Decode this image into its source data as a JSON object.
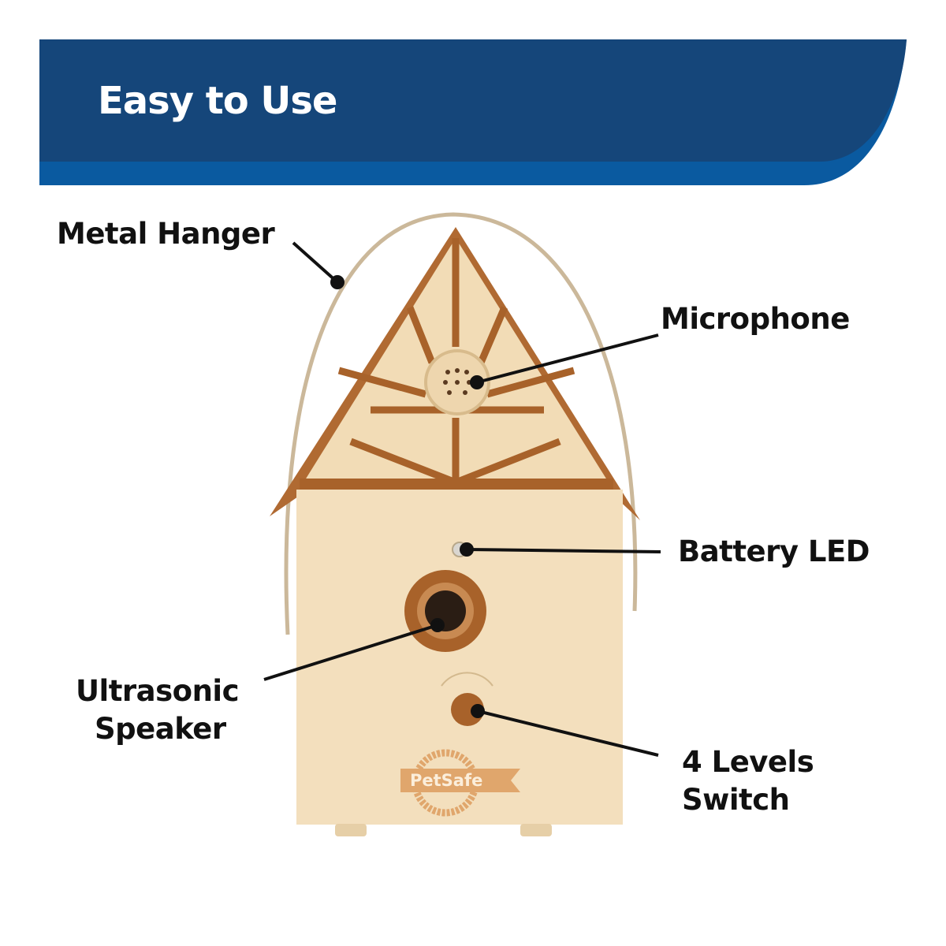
{
  "banner": {
    "title": "Easy to Use",
    "color_dark": "#15467a",
    "color_light": "#0a5aa0"
  },
  "product": {
    "brand_logo": "PetSafe",
    "body_color": "#f3dfbd",
    "trim_color": "#a8622a"
  },
  "callouts": {
    "metal_hanger": "Metal Hanger",
    "microphone": "Microphone",
    "battery_led": "Battery LED",
    "speaker_line1": "Ultrasonic",
    "speaker_line2": "Speaker",
    "switch_line1": "4 Levels",
    "switch_line2": "Switch"
  }
}
